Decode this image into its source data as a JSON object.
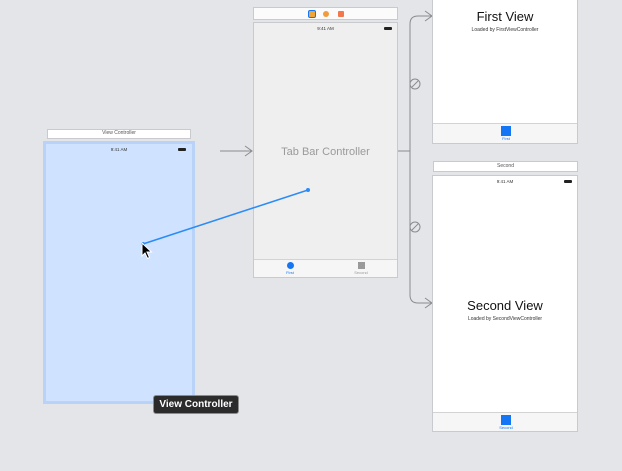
{
  "colors": {
    "canvas": "#e4e5e8",
    "selection": "#cfe2ff",
    "accent": "#1476f5",
    "segue_line": "#8a8b8e"
  },
  "view_controller": {
    "bar_title": "View Controller",
    "status_time": "9:41 AM",
    "tooltip": "View Controller"
  },
  "tab_bar_controller": {
    "title": "Tab Bar Controller",
    "status_time": "9:41 AM",
    "tabs": [
      {
        "label": "First",
        "icon": "circle-tab-icon"
      },
      {
        "label": "Second",
        "icon": "square-tab-icon"
      }
    ]
  },
  "first_view": {
    "title": "First View",
    "subtitle": "Loaded by FirstViewController",
    "tab_label": "First"
  },
  "second_view": {
    "bar_title": "Second",
    "status_time": "9:41 AM",
    "title": "Second View",
    "subtitle": "Loaded by SecondViewController",
    "tab_label": "Second"
  }
}
